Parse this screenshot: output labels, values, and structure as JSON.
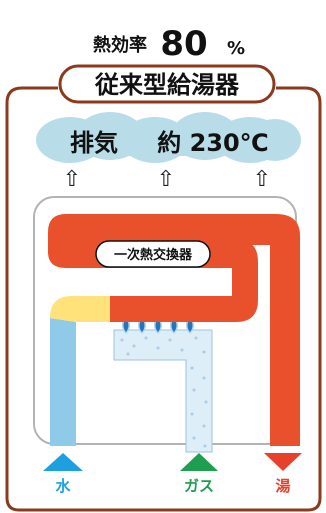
{
  "header": {
    "efficiency_label": "熱効率",
    "efficiency_value": "80",
    "efficiency_unit": "%"
  },
  "title": "従来型給湯器",
  "exhaust": {
    "label": "排気",
    "value": "約 230℃",
    "arrow_glyph": "⇧"
  },
  "exchanger_label": "一次熱交換器",
  "inlets": {
    "water": "水",
    "gas": "ガス",
    "hot_water": "湯"
  },
  "colors": {
    "frame": "#8b3a1e",
    "exhaust_cloud": "#b8dde8",
    "hot_pipe": "#e8512b",
    "cold_pipe": "#8fcbe8",
    "mixing_section": "#ffe27a",
    "gas_pipe": "#ddeef8",
    "flame": "#2a73b8",
    "water_arrow": "#1ea0e0",
    "gas_arrow": "#1e9e50",
    "hot_arrow": "#e8412b",
    "text": "#111111"
  }
}
